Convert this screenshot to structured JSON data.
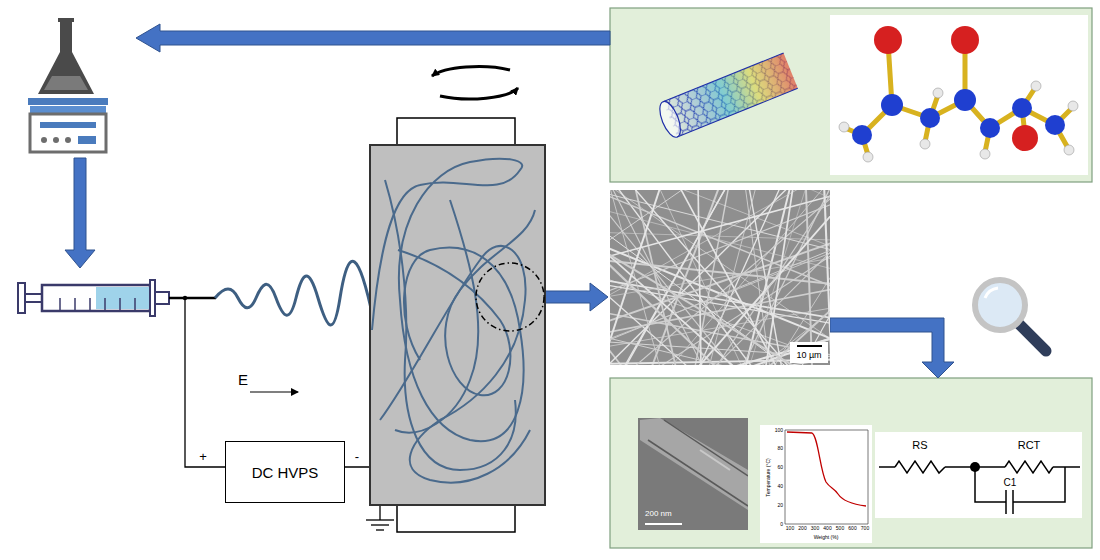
{
  "diagram": {
    "nodes": [
      {
        "text": [
          "DC HVPS"
        ]
      }
    ],
    "labels": [
      "E",
      "+",
      "-",
      "10 µm",
      "200 nm",
      "RS",
      "RCT",
      "C1",
      "Temperature (°C)",
      "Weight (%)",
      "100",
      "80",
      "60",
      "40",
      "20",
      "0",
      "100",
      "200",
      "300",
      "400",
      "500",
      "600",
      "700"
    ]
  }
}
